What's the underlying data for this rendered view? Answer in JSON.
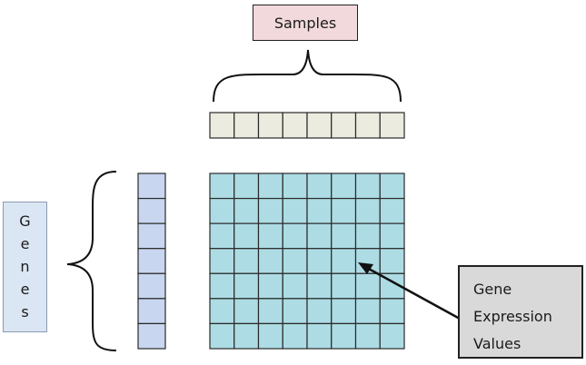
{
  "labels": {
    "samples": "Samples",
    "genes_letters": [
      "G",
      "e",
      "n",
      "e",
      "s"
    ],
    "gene_expression_values": [
      "Gene",
      "Expression",
      "Values"
    ]
  },
  "matrix": {
    "rows": 7,
    "cols": 8
  },
  "sample_vector": {
    "cells": 8
  },
  "gene_vector": {
    "cells": 7
  },
  "colors": {
    "samples_box_fill": "#f2d9db",
    "genes_box_fill": "#dbe6f4",
    "gev_box_fill": "#d9d9d9",
    "matrix_fill": "#addce4",
    "sample_vector_fill": "#ecebe0",
    "gene_vector_fill": "#c8d6f0",
    "grid_stroke": "#2a2a2a",
    "brace_stroke": "#111111"
  }
}
